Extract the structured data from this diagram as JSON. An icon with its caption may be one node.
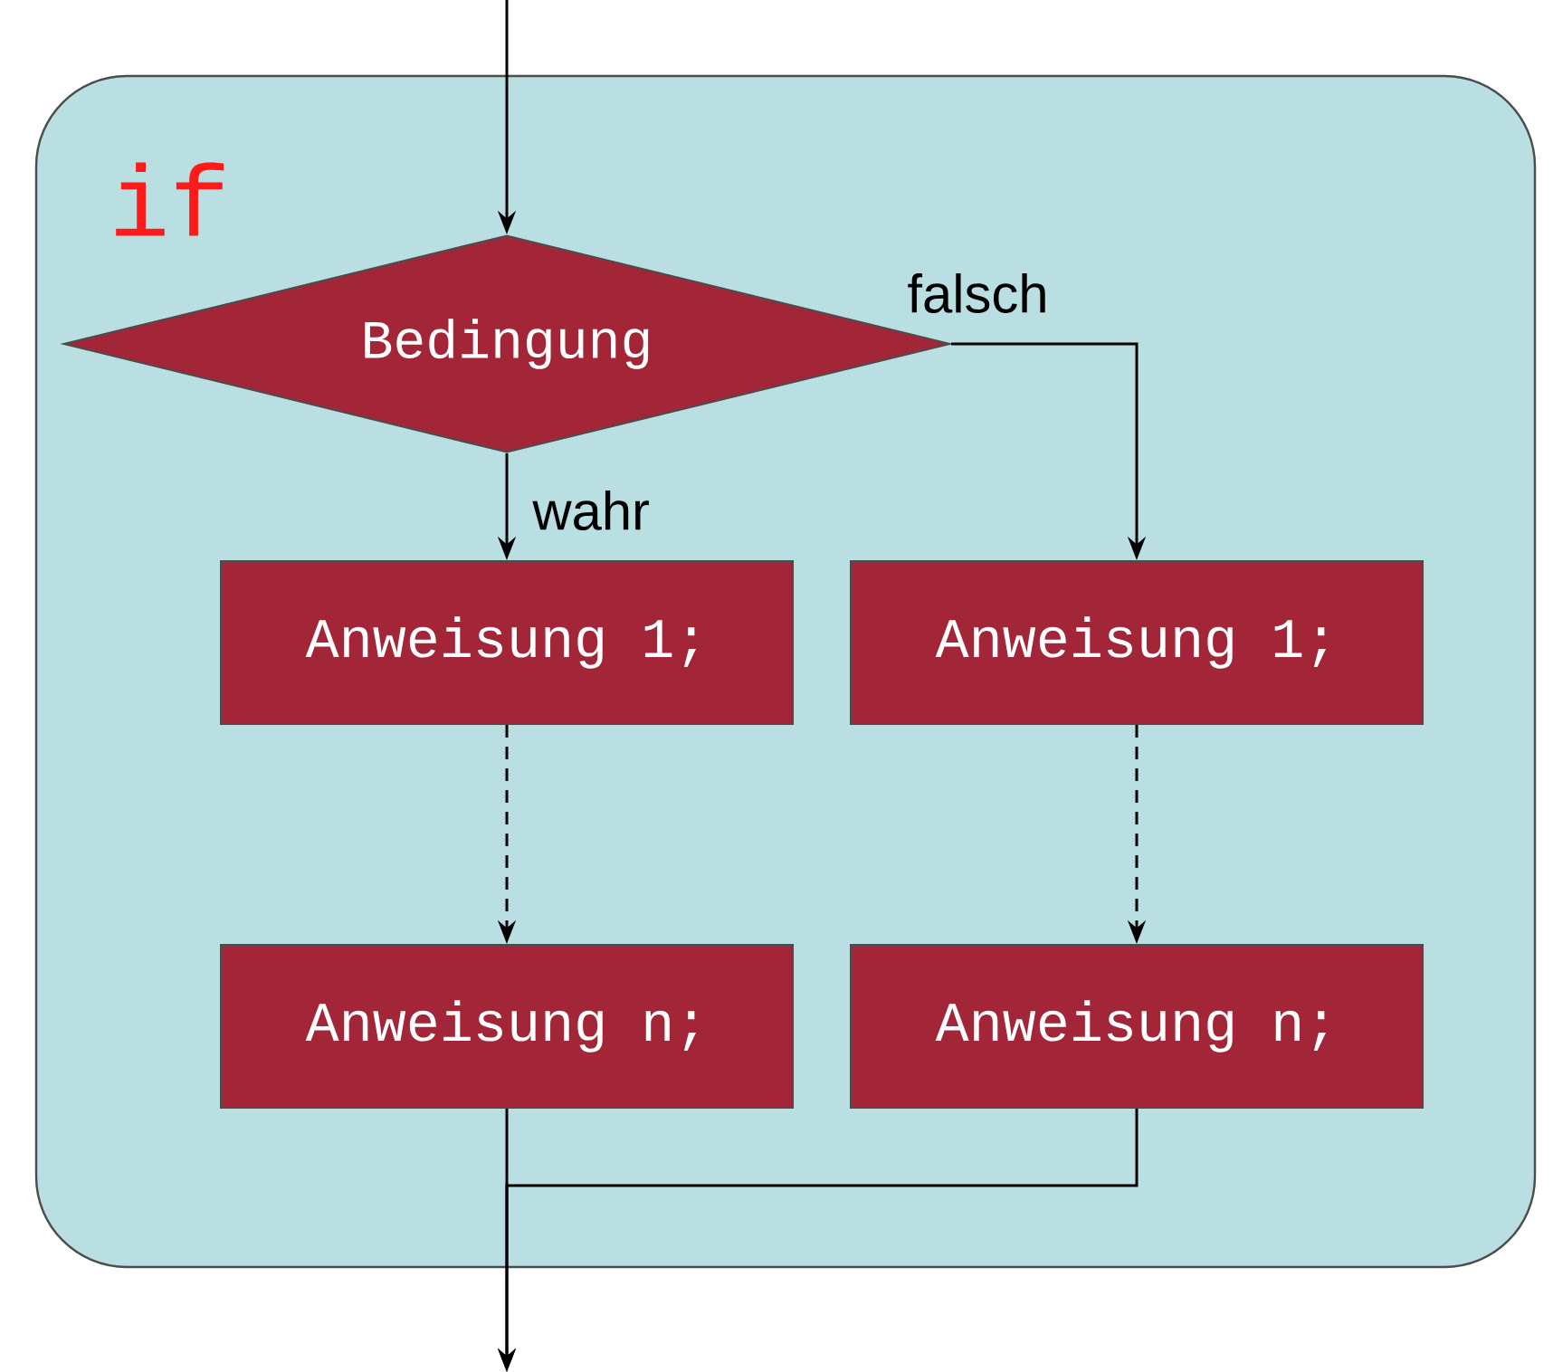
{
  "diagram": {
    "nodes": [
      {
        "text": [
          "if"
        ]
      },
      {
        "text": [
          "Bedingung"
        ],
        "in": 0
      },
      {
        "text": [
          "Anweisung 1;"
        ],
        "in": 0
      },
      {
        "text": [
          "Anweisung 1;"
        ],
        "in": 0
      },
      {
        "text": [
          "Anweisung n;"
        ],
        "in": 0
      },
      {
        "text": [
          "Anweisung n;"
        ],
        "in": 0
      }
    ],
    "edges": [
      {
        "from": null,
        "to": 1,
        "arrow": "to"
      },
      {
        "from": 1,
        "to": 2,
        "arrow": "to",
        "label": "wahr"
      },
      {
        "from": 1,
        "to": 3,
        "arrow": "to",
        "label": "falsch"
      },
      {
        "from": 2,
        "to": 4,
        "arrow": "to",
        "style": "dashed"
      },
      {
        "from": 3,
        "to": 5,
        "arrow": "to",
        "style": "dashed"
      },
      {
        "from": 4,
        "to": null,
        "arrow": "to"
      },
      {
        "from": 5,
        "to": null,
        "arrow": "to"
      }
    ]
  }
}
